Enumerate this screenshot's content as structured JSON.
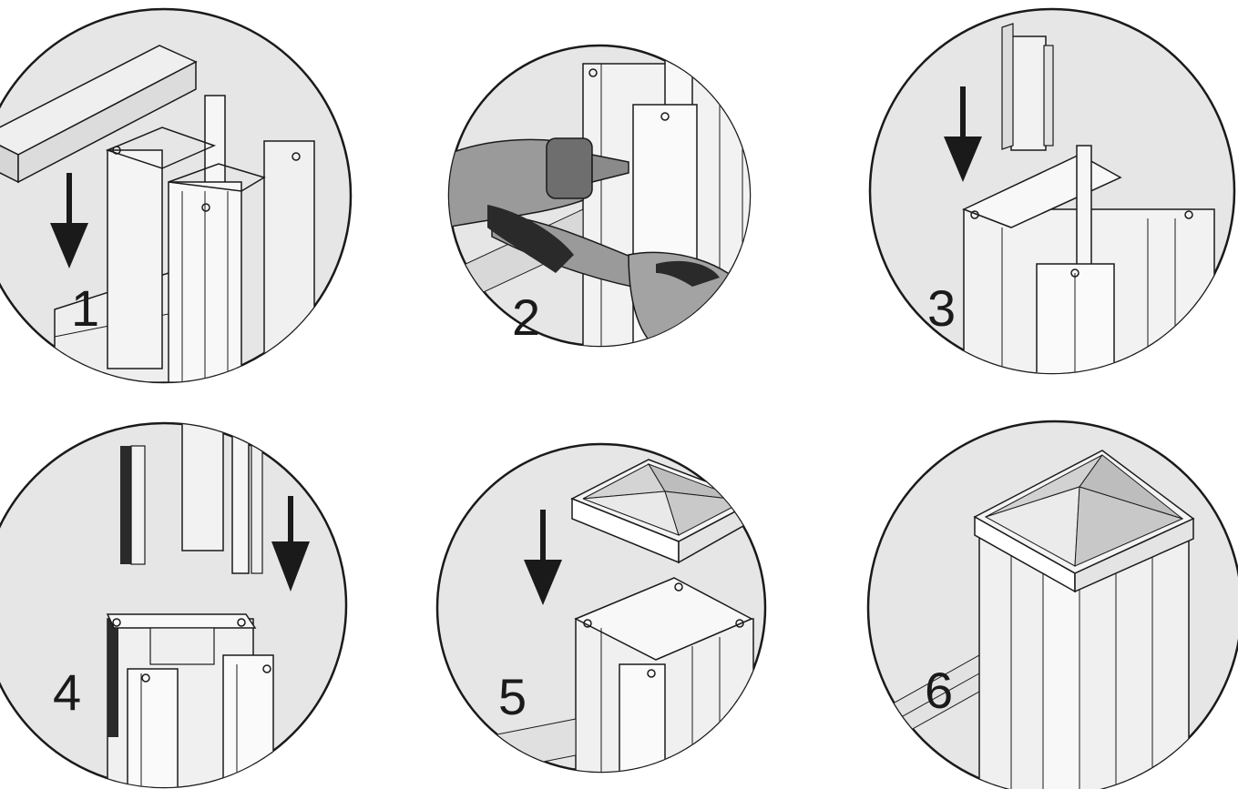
{
  "steps": [
    {
      "number": "1",
      "illustration": "post-profile-slide-down",
      "arrow": "down-arrow"
    },
    {
      "number": "2",
      "illustration": "drill-screw-post",
      "arrow": ""
    },
    {
      "number": "3",
      "illustration": "insert-cover-strip",
      "arrow": "down-arrow"
    },
    {
      "number": "4",
      "illustration": "insert-infill-strips",
      "arrow": "down-arrow"
    },
    {
      "number": "5",
      "illustration": "place-post-cap",
      "arrow": "down-arrow"
    },
    {
      "number": "6",
      "illustration": "finished-post-with-cap",
      "arrow": ""
    }
  ],
  "colors": {
    "circle_fill": "#e6e6e6",
    "outline": "#1a1a1a",
    "profile_light": "#f2f2f2",
    "profile_shade": "#cfcfcf",
    "cap_top": "#c8c8c8",
    "cap_side": "#b0b0b0",
    "drill_body": "#9a9a9a",
    "drill_grip": "#2a2a2a"
  }
}
